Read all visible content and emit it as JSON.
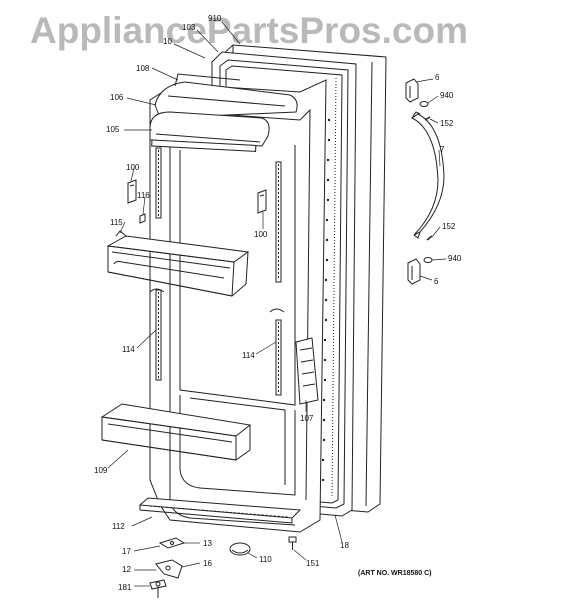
{
  "watermark": "AppliancePartsPros.com",
  "art_number": "(ART NO. WR18580 C)",
  "callouts": [
    {
      "id": "910",
      "text": "910"
    },
    {
      "id": "103",
      "text": "103"
    },
    {
      "id": "10",
      "text": "10"
    },
    {
      "id": "108",
      "text": "108"
    },
    {
      "id": "106",
      "text": "106"
    },
    {
      "id": "105",
      "text": "105"
    },
    {
      "id": "100a",
      "text": "100"
    },
    {
      "id": "116",
      "text": "116"
    },
    {
      "id": "115",
      "text": "115"
    },
    {
      "id": "100b",
      "text": "100"
    },
    {
      "id": "114a",
      "text": "114"
    },
    {
      "id": "114b",
      "text": "114"
    },
    {
      "id": "107",
      "text": "107"
    },
    {
      "id": "109",
      "text": "109"
    },
    {
      "id": "112",
      "text": "112"
    },
    {
      "id": "13",
      "text": "13"
    },
    {
      "id": "17",
      "text": "17"
    },
    {
      "id": "110",
      "text": "110"
    },
    {
      "id": "16",
      "text": "16"
    },
    {
      "id": "12",
      "text": "12"
    },
    {
      "id": "181",
      "text": "181"
    },
    {
      "id": "151",
      "text": "151"
    },
    {
      "id": "18",
      "text": "18"
    },
    {
      "id": "6a",
      "text": "6"
    },
    {
      "id": "940a",
      "text": "940"
    },
    {
      "id": "152a",
      "text": "152"
    },
    {
      "id": "7",
      "text": "7"
    },
    {
      "id": "152b",
      "text": "152"
    },
    {
      "id": "940b",
      "text": "940"
    },
    {
      "id": "6b",
      "text": "6"
    }
  ]
}
